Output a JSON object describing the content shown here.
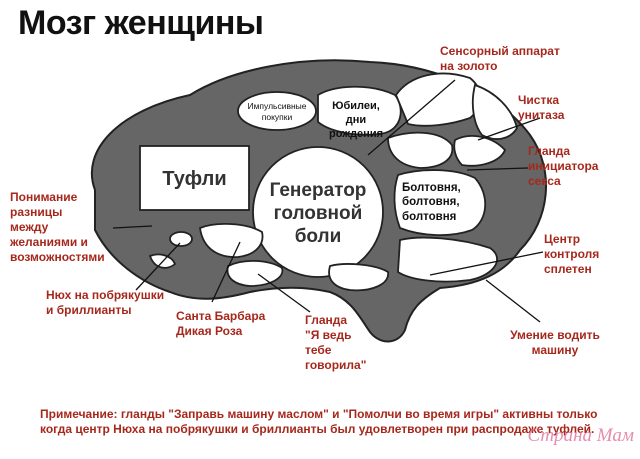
{
  "title": "Мозг женщины",
  "regions": {
    "impulse": "Импульсивные\nпокупки",
    "jubilees": "Юбилеи,\nдни рождения",
    "shoes": "Туфли",
    "generator": "Генератор\nголовной\nболи",
    "chatter": "Болтовня,\nболтовня,\nболтовня"
  },
  "labels": {
    "sensory": "Сенсорный аппарат\nна золото",
    "toilet": "Чистка\nунитаза",
    "sex_gland": "Гланда\nинициатора\nсекса",
    "understanding": "Понимание\nразницы\nмежду\nжеланиями и\nвозможностями",
    "gossip": "Центр\nконтроля\nсплетен",
    "sniff": "Нюх на побрякушки\nи бриллианты",
    "santa": "Санта Барбара\nДикая Роза",
    "told_you": "Гланда\n\"Я ведь\nтебе\nговорила\"",
    "driving": "Умение водить\nмашину"
  },
  "note": "Примечание: гланды \"Заправь машину маслом\" и \"Помолчи во время игры\" активны только когда центр Нюха на побрякушки и бриллианты был удовлетворен при распродаже туфлей.",
  "watermark": "Страна Мам",
  "colors": {
    "brain_fill": "#666666",
    "region_fill": "#ffffff",
    "label_red": "#a6281c",
    "watermark": "#e27aa1"
  }
}
